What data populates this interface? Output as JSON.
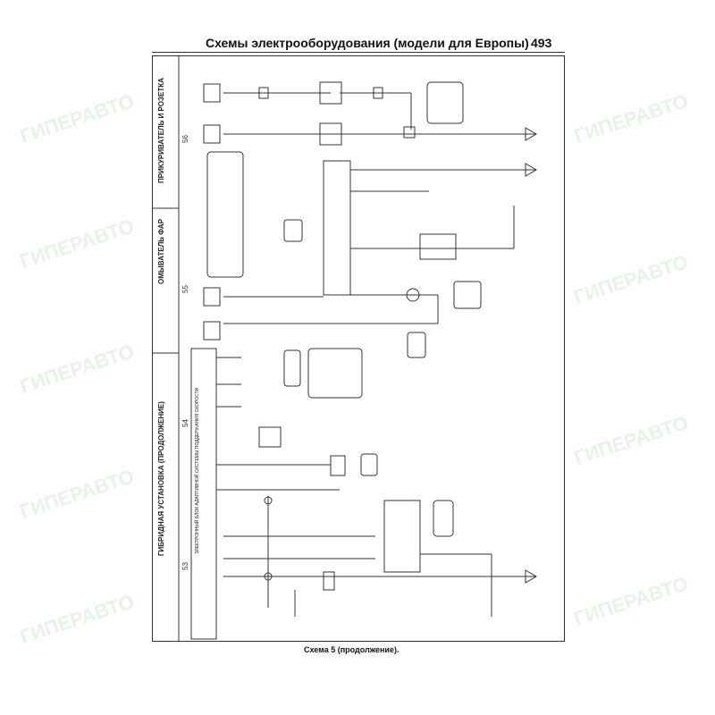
{
  "header": {
    "title": "Схемы электрооборудования (модели для Европы)",
    "page_number": "493"
  },
  "sections": [
    {
      "number": "56",
      "title": "ПРИКУРИВАТЕЛЬ И РОЗЕТКА"
    },
    {
      "number": "55",
      "title": "ОМЫВАТЕЛЬ ФАР"
    },
    {
      "number": "54",
      "title": "ГИБРИДНАЯ УСТАНОВКА (ПРОДОЛЖЕНИЕ)"
    },
    {
      "number": "53",
      "title": ""
    }
  ],
  "ecu_label": "ЭЛЕКТРОННЫЙ БЛОК АДАПТИВНОЙ СИСТЕМЫ ПОДДЕРЖАНИЯ СКОРОСТИ",
  "caption": "Схема 5 (продолжение).",
  "watermark": "ГИПЕРАВТО",
  "colors": {
    "line": "#333333",
    "watermark": "#78be78"
  }
}
